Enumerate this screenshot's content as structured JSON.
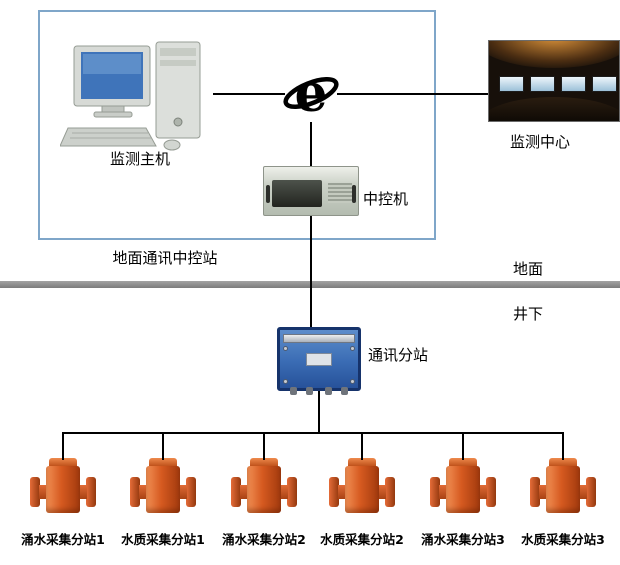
{
  "diagram": {
    "ground_box_label": "地面通讯中控站",
    "nodes": {
      "monitor_host": {
        "label": "监测主机"
      },
      "monitor_center": {
        "label": "监测中心"
      },
      "central_controller": {
        "label": "中控机"
      },
      "comm_substation": {
        "label": "通讯分站"
      }
    },
    "divider": {
      "surface_label": "地面",
      "underground_label": "井下"
    },
    "devices": [
      {
        "label": "涌水采集分站1"
      },
      {
        "label": "水质采集分站1"
      },
      {
        "label": "涌水采集分站2"
      },
      {
        "label": "水质采集分站2"
      },
      {
        "label": "涌水采集分站3"
      },
      {
        "label": "水质采集分站3"
      }
    ],
    "icons": {
      "internet": "internet-e-icon"
    },
    "colors": {
      "ground_box_border": "#7fa6c9",
      "divider_gray": "#8c8c8c",
      "device_orange": "#d65a20",
      "substation_blue": "#3a6cb4",
      "line_black": "#000000"
    }
  }
}
